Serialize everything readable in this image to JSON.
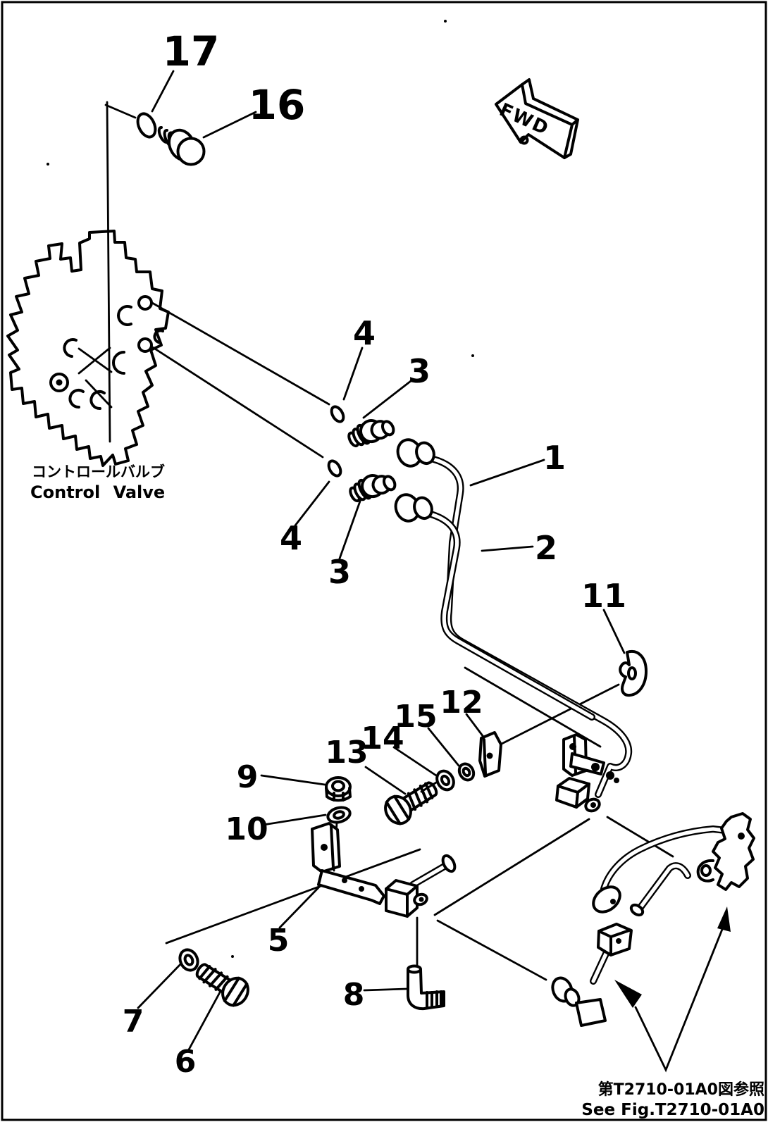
{
  "figure": {
    "fwd_label": "FWD",
    "component_label_jp": "コントロールバルブ",
    "component_label_en": "Control  Valve",
    "reference_note_jp": "第T2710-01A0図参照",
    "reference_note_en": "See Fig.T2710-01A0",
    "callouts": [
      {
        "label": "17"
      },
      {
        "label": "16"
      },
      {
        "label": "4"
      },
      {
        "label": "3"
      },
      {
        "label": "1"
      },
      {
        "label": "2"
      },
      {
        "label": "4"
      },
      {
        "label": "3"
      },
      {
        "label": "11"
      },
      {
        "label": "12"
      },
      {
        "label": "15"
      },
      {
        "label": "14"
      },
      {
        "label": "13"
      },
      {
        "label": "9"
      },
      {
        "label": "10"
      },
      {
        "label": "5"
      },
      {
        "label": "7"
      },
      {
        "label": "6"
      },
      {
        "label": "8"
      }
    ]
  }
}
